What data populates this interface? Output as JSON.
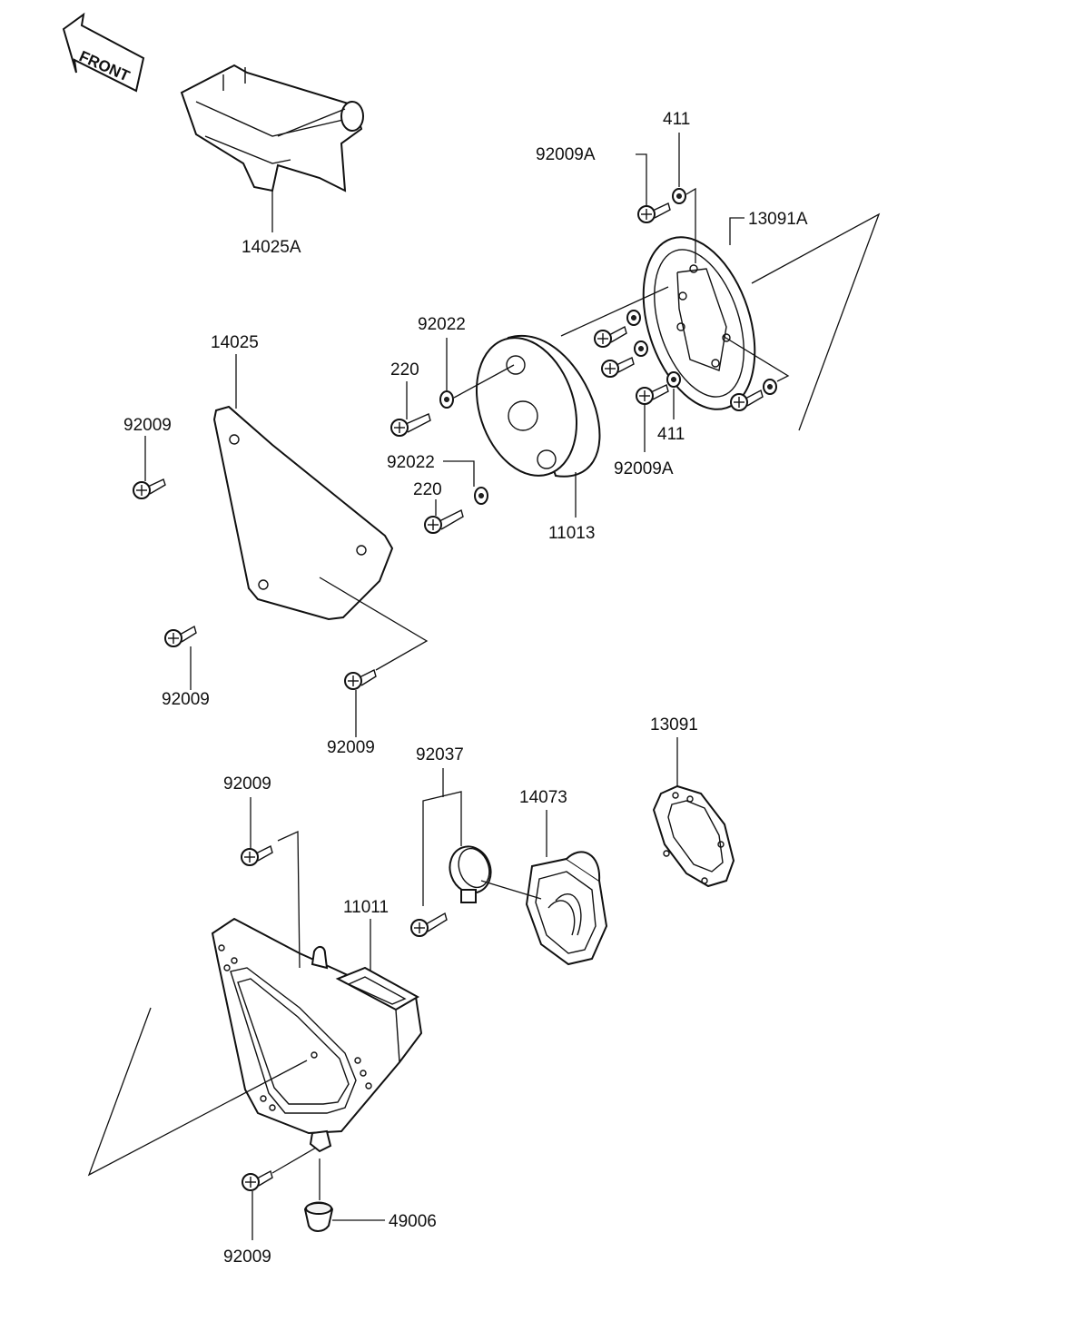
{
  "front_arrow": {
    "text": "FRONT"
  },
  "labels": {
    "l14025A": "14025A",
    "l411_top": "411",
    "l92009A_top": "92009A",
    "l13091A": "13091A",
    "l92022_top": "92022",
    "l220_top": "220",
    "l14025": "14025",
    "l92009_a": "92009",
    "l411_bottom": "411",
    "l92009A_bottom": "92009A",
    "l92022_bottom": "92022",
    "l220_bottom": "220",
    "l11013": "11013",
    "l92009_b": "92009",
    "l92009_c": "92009",
    "l13091": "13091",
    "l92037": "92037",
    "l14073": "14073",
    "l92009_d": "92009",
    "l11011": "11011",
    "l49006": "49006",
    "l92009_e": "92009"
  }
}
